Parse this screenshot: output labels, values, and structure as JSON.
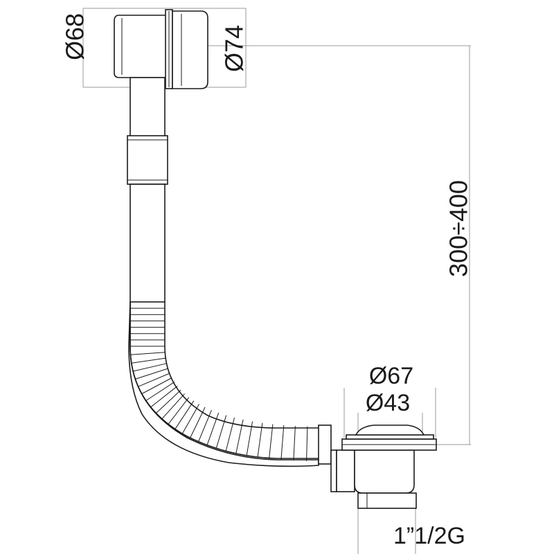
{
  "diagram": {
    "dimensions": {
      "overflow_inner_diameter": "Ø68",
      "overflow_outer_diameter": "Ø74",
      "height_range": "300÷400",
      "waste_outer_diameter": "Ø67",
      "waste_inner_diameter": "Ø43",
      "outlet_thread": "1”1/2G"
    }
  }
}
